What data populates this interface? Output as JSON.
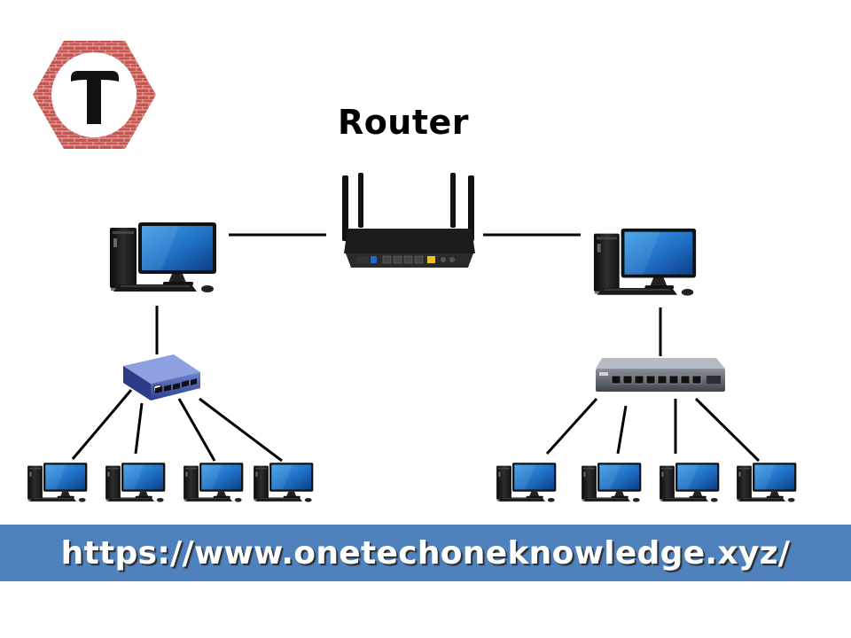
{
  "router_label": "Router",
  "url": "https://www.onetechoneknowledge.xyz/",
  "colors": {
    "banner": "#4f81bd",
    "logo_red": "#c0504d",
    "monitor_screen": "#1f6fc4",
    "switch_left": "#3a4fa0",
    "switch_right": "#5a5f66",
    "router_body": "#1c1c1c"
  },
  "icons": {
    "logo": "hexagon-t-logo",
    "router": "wifi-router-icon",
    "desktop": "desktop-computer-icon",
    "switch": "network-switch-icon"
  }
}
